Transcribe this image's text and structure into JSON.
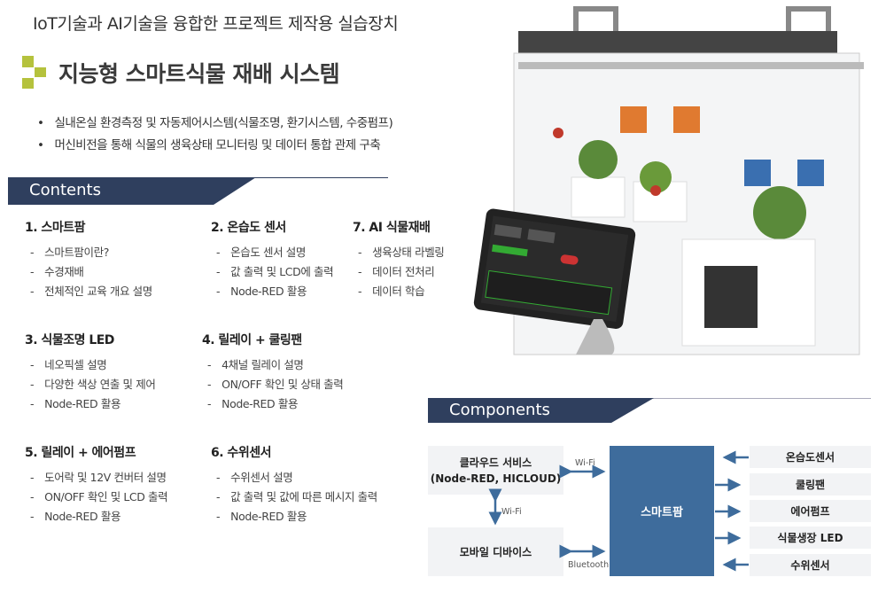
{
  "header": {
    "subtitle": "IoT기술과 AI기술을 융합한 프로젝트 제작용 실습장치",
    "title": "지능형 스마트식물 재배 시스템"
  },
  "bullets": [
    "실내온실 환경측정 및 자동제어시스템(식물조명, 환기시스템, 수중펌프)",
    "머신비전을 통해 식물의 생육상태 모니터링 및 데이터 통합 관제 구축"
  ],
  "contents": {
    "label": "Contents",
    "sections": [
      {
        "title": "1. 스마트팜",
        "items": [
          "스마트팜이란?",
          "수경재배",
          "전체적인 교육 개요 설명"
        ]
      },
      {
        "title": "2. 온습도 센서",
        "items": [
          "온습도 센서 설명",
          "값 출력 및 LCD에 출력",
          "Node-RED 활용"
        ]
      },
      {
        "title": "7. AI 식물재배",
        "items": [
          "생육상태 라벨링",
          "데이터 전처리",
          "데이터 학습"
        ]
      },
      {
        "title": "3. 식물조명 LED",
        "items": [
          "네오픽셀 설명",
          "다양한 색상 연출 및 제어",
          "Node-RED 활용"
        ]
      },
      {
        "title": "4. 릴레이 + 쿨링팬",
        "items": [
          "4채널 릴레이 설명",
          "ON/OFF 확인 및 상태 출력",
          "Node-RED 활용"
        ]
      },
      {
        "title": "5. 릴레이 + 에어펌프",
        "items": [
          "도어락 및 12V 컨버터 설명",
          "ON/OFF 확인 및 LCD 출력",
          "Node-RED 활용"
        ]
      },
      {
        "title": "6. 수위센서",
        "items": [
          "수위센서 설명",
          "값 출력 및 값에 따른 메시지 출력",
          "Node-RED 활용"
        ]
      }
    ]
  },
  "components": {
    "label": "Components",
    "cloud_line1": "클라우드 서비스",
    "cloud_line2": "(Node-RED, HICLOUD)",
    "mobile": "모바일 디바이스",
    "farm": "스마트팜",
    "wifi_top": "Wi-Fi",
    "wifi_side": "Wi-Fi",
    "bluetooth": "Bluetooth",
    "devices": [
      "온습도센서",
      "쿨링팬",
      "에어펌프",
      "식물생장 LED",
      "수위센서"
    ]
  },
  "colors": {
    "navy": "#2f3f5e",
    "blue": "#3e6c9c",
    "green": "#b5c23d"
  }
}
